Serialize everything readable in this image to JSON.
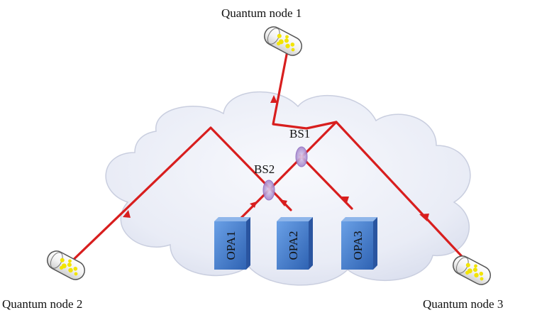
{
  "nodes": {
    "node1": {
      "label": "Quantum node 1"
    },
    "node2": {
      "label": "Quantum node 2"
    },
    "node3": {
      "label": "Quantum node 3"
    }
  },
  "beamsplitters": {
    "bs1": {
      "label": "BS1"
    },
    "bs2": {
      "label": "BS2"
    }
  },
  "opas": {
    "opa1": {
      "label": "OPA1"
    },
    "opa2": {
      "label": "OPA2"
    },
    "opa3": {
      "label": "OPA3"
    }
  },
  "colors": {
    "beam": "#d81e1e",
    "cloud": "#eef0f8",
    "opa_front": "#3d78c8",
    "beamsplitter": "#b89ad8",
    "atoms": "#f2e400"
  }
}
